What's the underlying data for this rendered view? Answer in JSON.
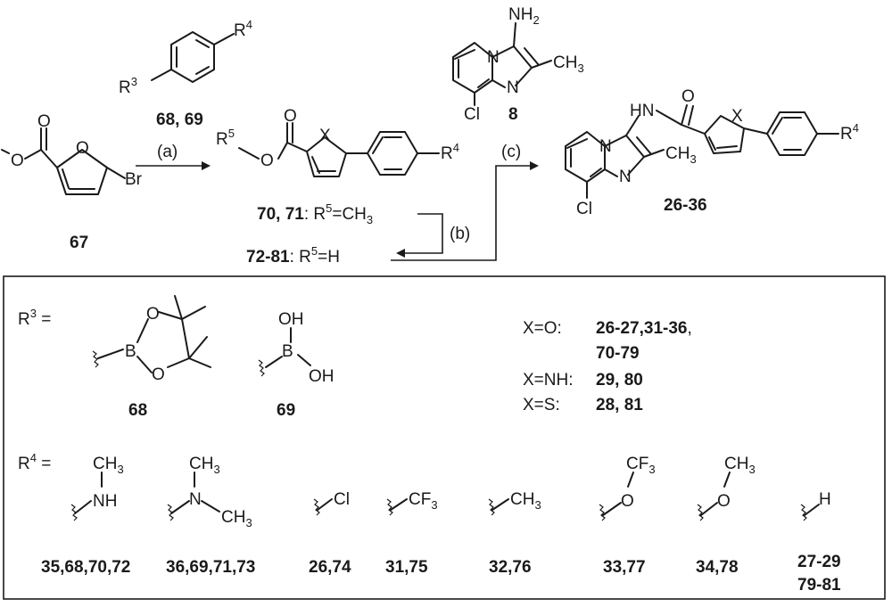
{
  "scheme": {
    "compounds": {
      "c67": "67",
      "c68_69": "68, 69",
      "c8": "8",
      "c70_71": "70, 71",
      "c72_81": "72-81",
      "c26_36": "26-36"
    },
    "steps": {
      "a": "(a)",
      "b": "(b)",
      "c": "(c)"
    },
    "r5_methyl": "=CH",
    "r5_h": "=H",
    "atoms": {
      "O": "O",
      "X": "X",
      "Br": "Br",
      "Cl": "Cl",
      "N": "N",
      "B": "B",
      "NH": "NH",
      "HN": "HN",
      "NH2": "NH",
      "CH3": "CH",
      "OH": "OH",
      "H": "H",
      "CF3": "CF",
      "R": "R",
      "sub2": "2",
      "sub3": "3",
      "sup3": "3",
      "sup4": "4",
      "sup5": "5",
      "colon": ":"
    }
  },
  "legend": {
    "r3_label": "R",
    "r4_label": "R",
    "equals": " =",
    "r3_items": [
      {
        "num": "68"
      },
      {
        "num": "69"
      }
    ],
    "x_lines": [
      {
        "label": "X=O:",
        "values": "26-27,31-36",
        "tail": ","
      },
      {
        "label": "",
        "values": "70-79",
        "tail": ""
      },
      {
        "label": "X=NH:",
        "values": "29, 80",
        "tail": ""
      },
      {
        "label": "X=S:",
        "values": "28, 81",
        "tail": ""
      }
    ],
    "r4_items": [
      {
        "num": "35,68,70,72"
      },
      {
        "num": "36,69,71,73"
      },
      {
        "num": "26,74"
      },
      {
        "num": "31,75"
      },
      {
        "num": "32,76"
      },
      {
        "num": "33,77"
      },
      {
        "num": "34,78"
      },
      {
        "num": "27-29",
        "num2": "79-81"
      }
    ]
  },
  "colors": {
    "ink": "#1a1a1a",
    "background": "#ffffff"
  }
}
